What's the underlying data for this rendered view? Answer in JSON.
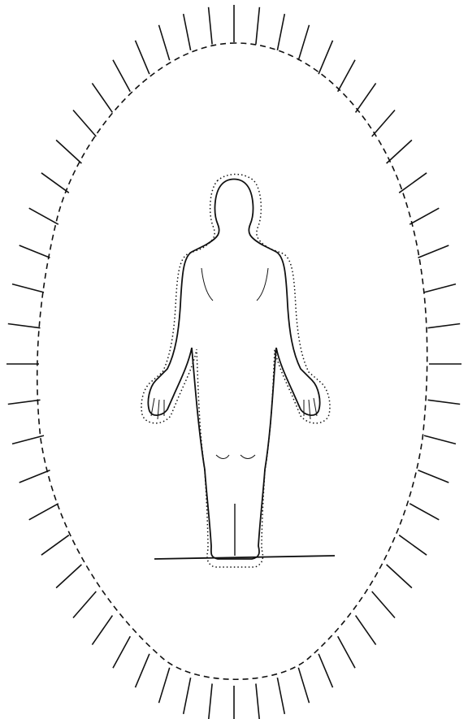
{
  "figure": {
    "subject": "human-figure-with-aura",
    "aura_ray_count": 56,
    "colors": {
      "background": "#ffffff",
      "ink": "#111111"
    },
    "line_styles": {
      "aura_outline": "dashed",
      "body_halo": "dotted",
      "body": "solid",
      "rays": "solid"
    }
  }
}
